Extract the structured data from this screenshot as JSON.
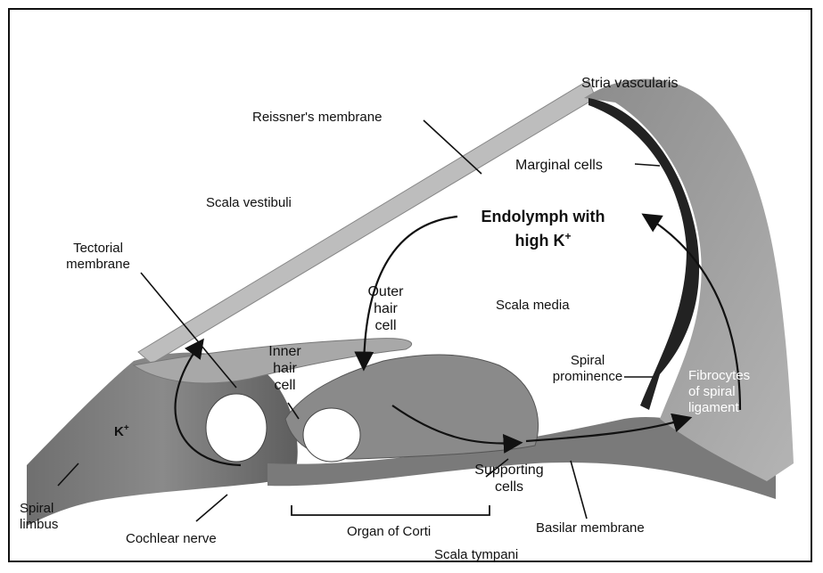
{
  "labels": {
    "stria_vascularis": "Stria vascularis",
    "reissners_membrane": "Reissner's membrane",
    "marginal_cells": "Marginal cells",
    "scala_vestibuli": "Scala vestibuli",
    "endolymph_line1": "Endolymph with",
    "endolymph_line2": "high K",
    "endolymph_sup": "+",
    "tectorial_line1": "Tectorial",
    "tectorial_line2": "membrane",
    "outer_hair_cell_line1": "Outer",
    "outer_hair_cell_line2": "hair",
    "outer_hair_cell_line3": "cell",
    "scala_media": "Scala media",
    "inner_hair_cell_line1": "Inner",
    "inner_hair_cell_line2": "hair",
    "inner_hair_cell_line3": "cell",
    "spiral_prominence_line1": "Spiral",
    "spiral_prominence_line2": "prominence",
    "fibrocytes_line1": "Fibrocytes",
    "fibrocytes_line2": "of spiral",
    "fibrocytes_line3": "ligament",
    "k_ion": "K",
    "k_ion_sup": "+",
    "supporting_cells_line1": "Supporting",
    "supporting_cells_line2": "cells",
    "spiral_limbus_line1": "Spiral",
    "spiral_limbus_line2": "limbus",
    "cochlear_nerve": "Cochlear nerve",
    "organ_of_corti": "Organ of Corti",
    "basilar_membrane": "Basilar membrane",
    "scala_tympani": "Scala tympani"
  }
}
